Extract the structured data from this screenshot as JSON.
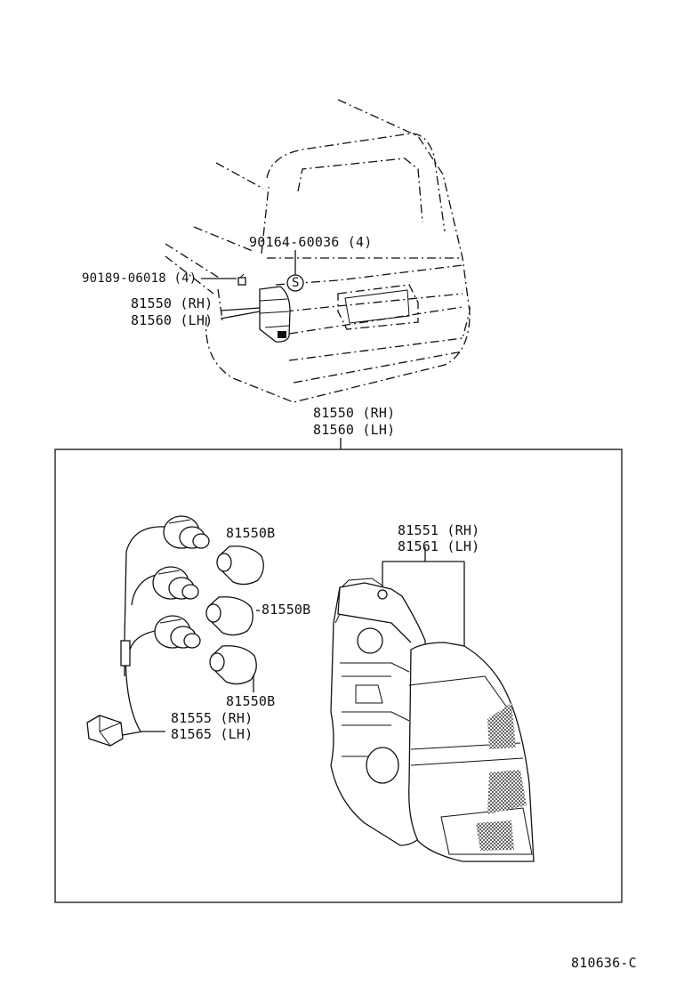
{
  "top_view": {
    "screw_label": "90164-60036 (4)",
    "clip_label": "90189-06018 (4)",
    "lamp_rh_label": "81550 (RH)",
    "lamp_lh_label": "81560 (LH)",
    "s_marker": "S"
  },
  "assembly": {
    "label_rh": "81550 (RH)",
    "label_lh": "81560 (LH)"
  },
  "components": {
    "bulb_top": "81550B",
    "bulb_mid": "81550B",
    "bulb_bottom": "81550B",
    "lens_rh": "81551 (RH)",
    "lens_lh": "81561 (LH)",
    "socket_rh": "81555 (RH)",
    "socket_lh": "81565 (LH)"
  },
  "figure_code": "810636-C"
}
